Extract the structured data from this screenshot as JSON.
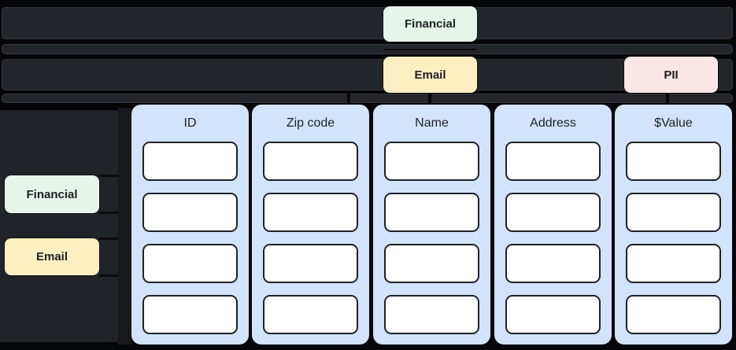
{
  "diagram": {
    "title": "data-classification-flow",
    "top_lane_tags": {
      "financial": "Financial",
      "email": "Email",
      "pii": "PII"
    },
    "sidebar_tags": {
      "financial": "Financial",
      "email": "Email"
    },
    "table": {
      "columns": [
        {
          "label": "ID"
        },
        {
          "label": "Zip code"
        },
        {
          "label": "Name"
        },
        {
          "label": "Address"
        },
        {
          "label": "$Value"
        }
      ],
      "rows_per_column": 4,
      "cells_empty": true
    },
    "colors": {
      "financial_tag_bg": "#e6f4ea",
      "email_tag_bg": "#feefc3",
      "pii_tag_bg": "#fbe6e6",
      "column_bg": "#d2e3fc",
      "cell_bg": "#ffffff",
      "cell_border": "#1f2227",
      "lane_bg": "#22252a",
      "sidebar_bg": "#202328",
      "page_bg": "#050608",
      "text": "#202124"
    }
  }
}
